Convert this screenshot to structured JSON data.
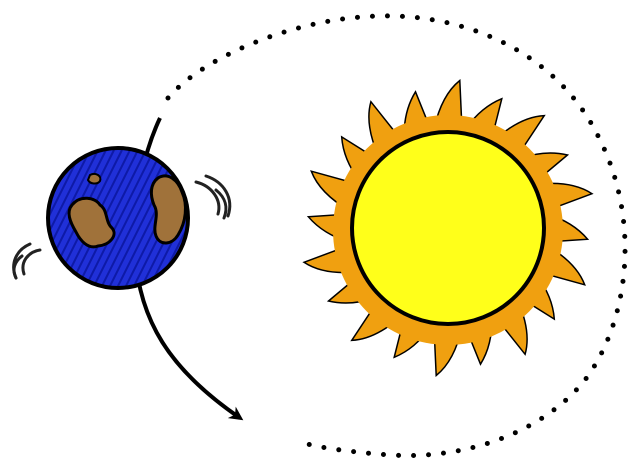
{
  "scene": {
    "background": "#ffffff",
    "objects": [
      {
        "name": "sun",
        "icon": "sun-icon"
      },
      {
        "name": "earth",
        "icon": "earth-icon"
      },
      {
        "name": "orbit-path",
        "icon": "dotted-orbit-icon"
      },
      {
        "name": "orbit-direction-arrow",
        "icon": "curved-arrow-icon"
      },
      {
        "name": "rotation-marks",
        "icon": "spin-lines-icon"
      }
    ]
  },
  "colors": {
    "sun_core": "#ffff1a",
    "sun_rays": "#f0a010",
    "earth_ocean": "#2030d8",
    "earth_land": "#a0723a",
    "outline": "#000000"
  }
}
